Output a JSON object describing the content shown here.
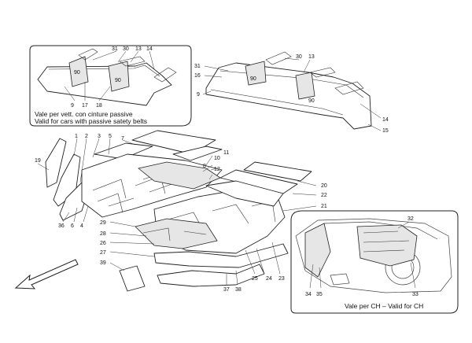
{
  "captions": {
    "passive_belts_it": "Vale per vett. con cinture passive",
    "passive_belts_en": "Valid for cars with passive satety belts",
    "ch_only": "Vale per CH – Valid for CH"
  },
  "part_numbers": {
    "p1": "1",
    "p2": "2",
    "p3": "3",
    "p4": "4",
    "p5": "5",
    "p6": "6",
    "p7": "7",
    "p8": "8",
    "p9": "9",
    "p9b": "9",
    "p10": "10",
    "p11": "11",
    "p12": "12",
    "p13": "13",
    "p13b": "13",
    "p14": "14",
    "p14b": "14",
    "p15": "15",
    "p16": "16",
    "p17": "17",
    "p18": "18",
    "p19": "19",
    "p20": "20",
    "p21": "21",
    "p22": "22",
    "p23": "23",
    "p24": "24",
    "p25": "25",
    "p26": "26",
    "p27": "27",
    "p28": "28",
    "p29": "29",
    "p30": "30",
    "p30b": "30",
    "p31": "31",
    "p31b": "31",
    "p32": "32",
    "p33": "33",
    "p34": "34",
    "p35": "35",
    "p36": "36",
    "p37": "37",
    "p38": "38",
    "p39": "39"
  }
}
